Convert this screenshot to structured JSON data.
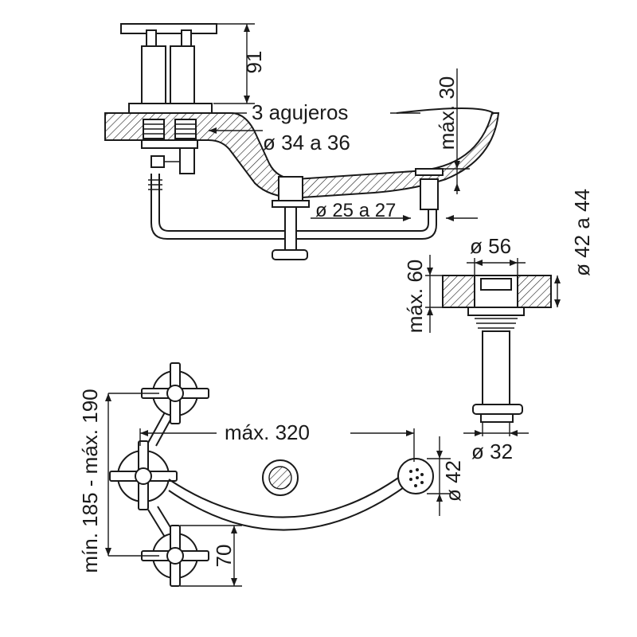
{
  "labels": {
    "height_91": "91",
    "max_30": "máx. 30",
    "holes": "3 agujeros",
    "dia_34_36": "ø 34 a 36",
    "dia_25_27": "ø 25 a 27",
    "dia_56": "ø 56",
    "max_60": "máx. 60",
    "dia_42_44": "ø 42 a 44",
    "min_max": "mín. 185 - máx. 190",
    "max_320": "máx. 320",
    "dia_42": "ø 42",
    "dia_32": "ø 32",
    "height_70": "70"
  }
}
